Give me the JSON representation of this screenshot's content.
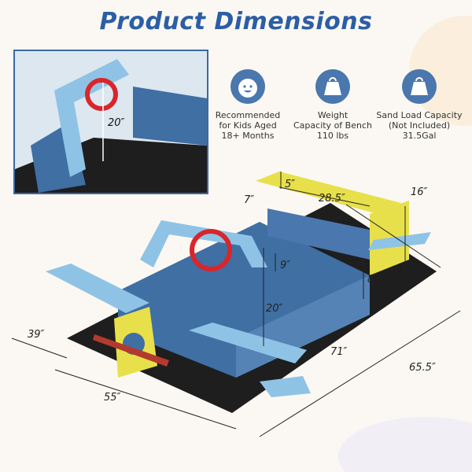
{
  "title": "Product Dimensions",
  "features": [
    {
      "icon": "baby-face-icon",
      "lines": [
        "Recommended",
        "for Kids Aged",
        "18+ Months"
      ]
    },
    {
      "icon": "weight-icon",
      "lines": [
        "Weight",
        "Capacity of Bench",
        "110 lbs"
      ]
    },
    {
      "icon": "weight-icon",
      "lines": [
        "Sand Load Capacity",
        "(Not Included)",
        "31.5Gal"
      ]
    }
  ],
  "dimensions": {
    "inset_height": "20″",
    "bench_depth": "5″",
    "bench_side": "7″",
    "bench_width": "28.5″",
    "back_height": "16″",
    "seat_height": "9″",
    "box_height": "8″",
    "seat_to_floor": "20″",
    "mat_width": "39″",
    "box_length": "71″",
    "overall_length": "65.5″",
    "overall_width": "55″"
  },
  "colors": {
    "accent": "#2b5ea6",
    "wood_dark": "#3f6fa3",
    "wood_light": "#8fc3e6",
    "yellow": "#e8e04a",
    "red": "#d8262b",
    "mat": "#1e1e1e"
  }
}
